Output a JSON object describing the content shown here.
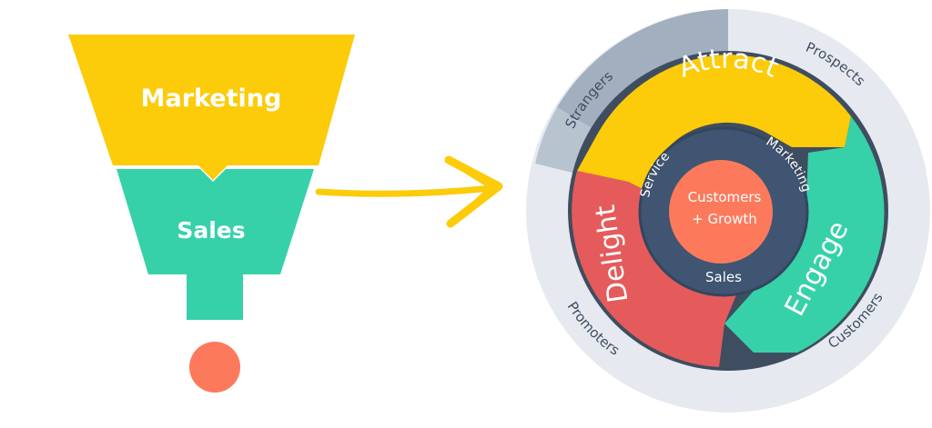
{
  "funnel": {
    "top_label": "Marketing",
    "middle_label": "Sales",
    "colors": {
      "top": "#fccb0a",
      "middle": "#37d1a9",
      "dot": "#fc7a5b"
    }
  },
  "arrow": {
    "color": "#fccb0a"
  },
  "flywheel": {
    "outer_ring": {
      "labels": {
        "strangers": "Strangers",
        "prospects": "Prospects",
        "customers": "Customers",
        "promoters": "Promoters"
      },
      "colors": {
        "band": "#e6eaf0",
        "shade": "#9aa8b9",
        "border": "#3f4d60"
      }
    },
    "stages": {
      "attract": "Attract",
      "engage": "Engage",
      "delight": "Delight",
      "colors": {
        "attract": "#fccb0a",
        "engage": "#37d1a9",
        "delight": "#e55b5b"
      }
    },
    "inner_ring": {
      "labels": {
        "service": "Service",
        "marketing": "Marketing",
        "sales": "Sales"
      },
      "color": "#3f5571"
    },
    "center": {
      "line1": "Customers",
      "line2": "+ Growth",
      "color": "#fc7a5b"
    }
  }
}
